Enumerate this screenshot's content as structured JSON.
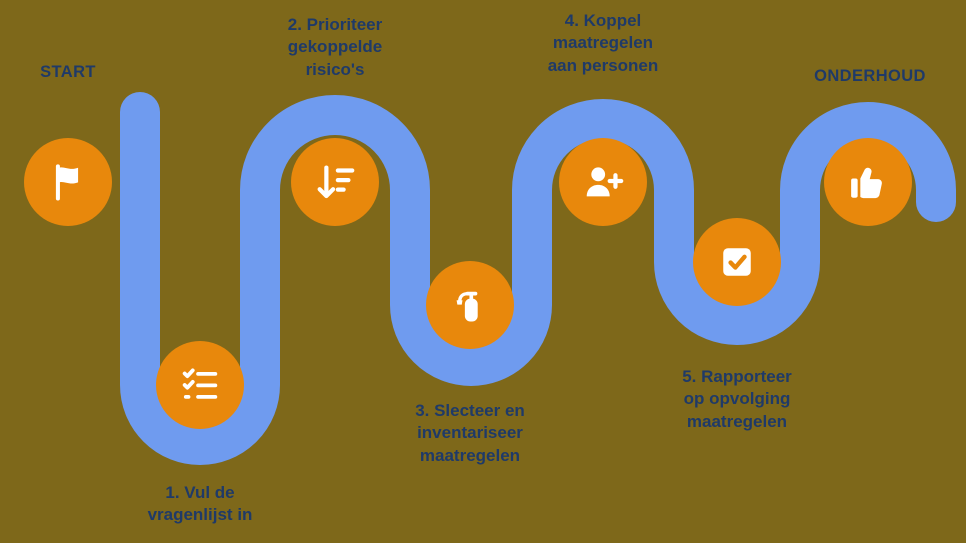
{
  "colors": {
    "bg": "#7e681a",
    "path": "#6f9bef",
    "node": "#e8880c",
    "text": "#1f3a68"
  },
  "nodes": {
    "start": {
      "label": "START",
      "icon": "flag-icon"
    },
    "step1": {
      "label": "1. Vul de\nvragenlijst in",
      "icon": "checklist-icon"
    },
    "step2": {
      "label": "2. Prioriteer\ngekoppelde\nrisico's",
      "icon": "sort-priority-icon"
    },
    "step3": {
      "label": "3. Slecteer en\ninventariseer\nmaatregelen",
      "icon": "fire-extinguisher-icon"
    },
    "step4": {
      "label": "4. Koppel\nmaatregelen\naan personen",
      "icon": "person-add-icon"
    },
    "step5": {
      "label": "5. Rapporteer\nop opvolging\nmaatregelen",
      "icon": "checkbox-icon"
    },
    "end": {
      "label": "ONDERHOUD",
      "icon": "thumbs-up-icon"
    }
  }
}
